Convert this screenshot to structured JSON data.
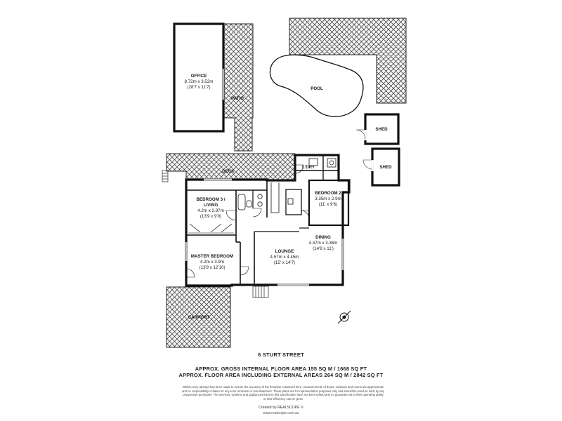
{
  "rooms": {
    "office": {
      "name": "OFFICE",
      "metric": "8.72m x 3.52m",
      "imperial": "(28'7 x 11'7)"
    },
    "patio": {
      "name": "PATIO"
    },
    "pool": {
      "name": "POOL"
    },
    "shed_1": {
      "name": "SHED"
    },
    "shed_2": {
      "name": "SHED"
    },
    "deck": {
      "name": "DECK"
    },
    "laundry": {
      "name": "L'DRY"
    },
    "bedroom_2": {
      "name": "BEDROOM 2",
      "metric": "3.35m x 2.9m",
      "imperial": "(11' x 9'6)"
    },
    "bedroom_3": {
      "name": "BEDROOM 3 /",
      "name2": "LIVING",
      "metric": "4.2m x 2.97m",
      "imperial": "(13'9 x 9'9)"
    },
    "dining": {
      "name": "DINING",
      "metric": "4.47m x 3.36m",
      "imperial": "(14'8 x 11')"
    },
    "lounge": {
      "name": "LOUNGE",
      "metric": "4.57m x 4.45m",
      "imperial": "(15' x 14'7)"
    },
    "master_bedroom": {
      "name": "MASTER BEDROOM",
      "metric": "4.2m x 3.9m",
      "imperial": "(13'9 x 12'10)"
    },
    "carport": {
      "name": "CARPORT"
    }
  },
  "footer": {
    "address": "6 STURT STREET",
    "gross_area": "APPROX. GROSS INTERNAL FLOOR AREA 155 SQ M / 1668 SQ FT",
    "external_area": "APPROX. FLOOR AREA INCLUDING EXTERNAL AREAS 264 SQ M / 2842 SQ FT",
    "disclaimer": "Whilst every attempt has been made to ensure the accuracy of the floorplan contained here, measurements of doors, windows and rooms are approximate and no responsibility is taken for any error omission or mis-statement. These plans are for representation purposes only and should be used as such by any prospective purchaser. The services, systems and appliances listed in this specification have not been tested and no guarantee as to their operating ability or their efficiency can be given",
    "credit": "Created by REALSCOPE ©",
    "url": "www.realscope.com.au"
  },
  "colors": {
    "wall": "#111111",
    "hatch": "#3a3a3a",
    "paper": "#ffffff"
  },
  "icons": {
    "compass": "compass-north-icon"
  }
}
